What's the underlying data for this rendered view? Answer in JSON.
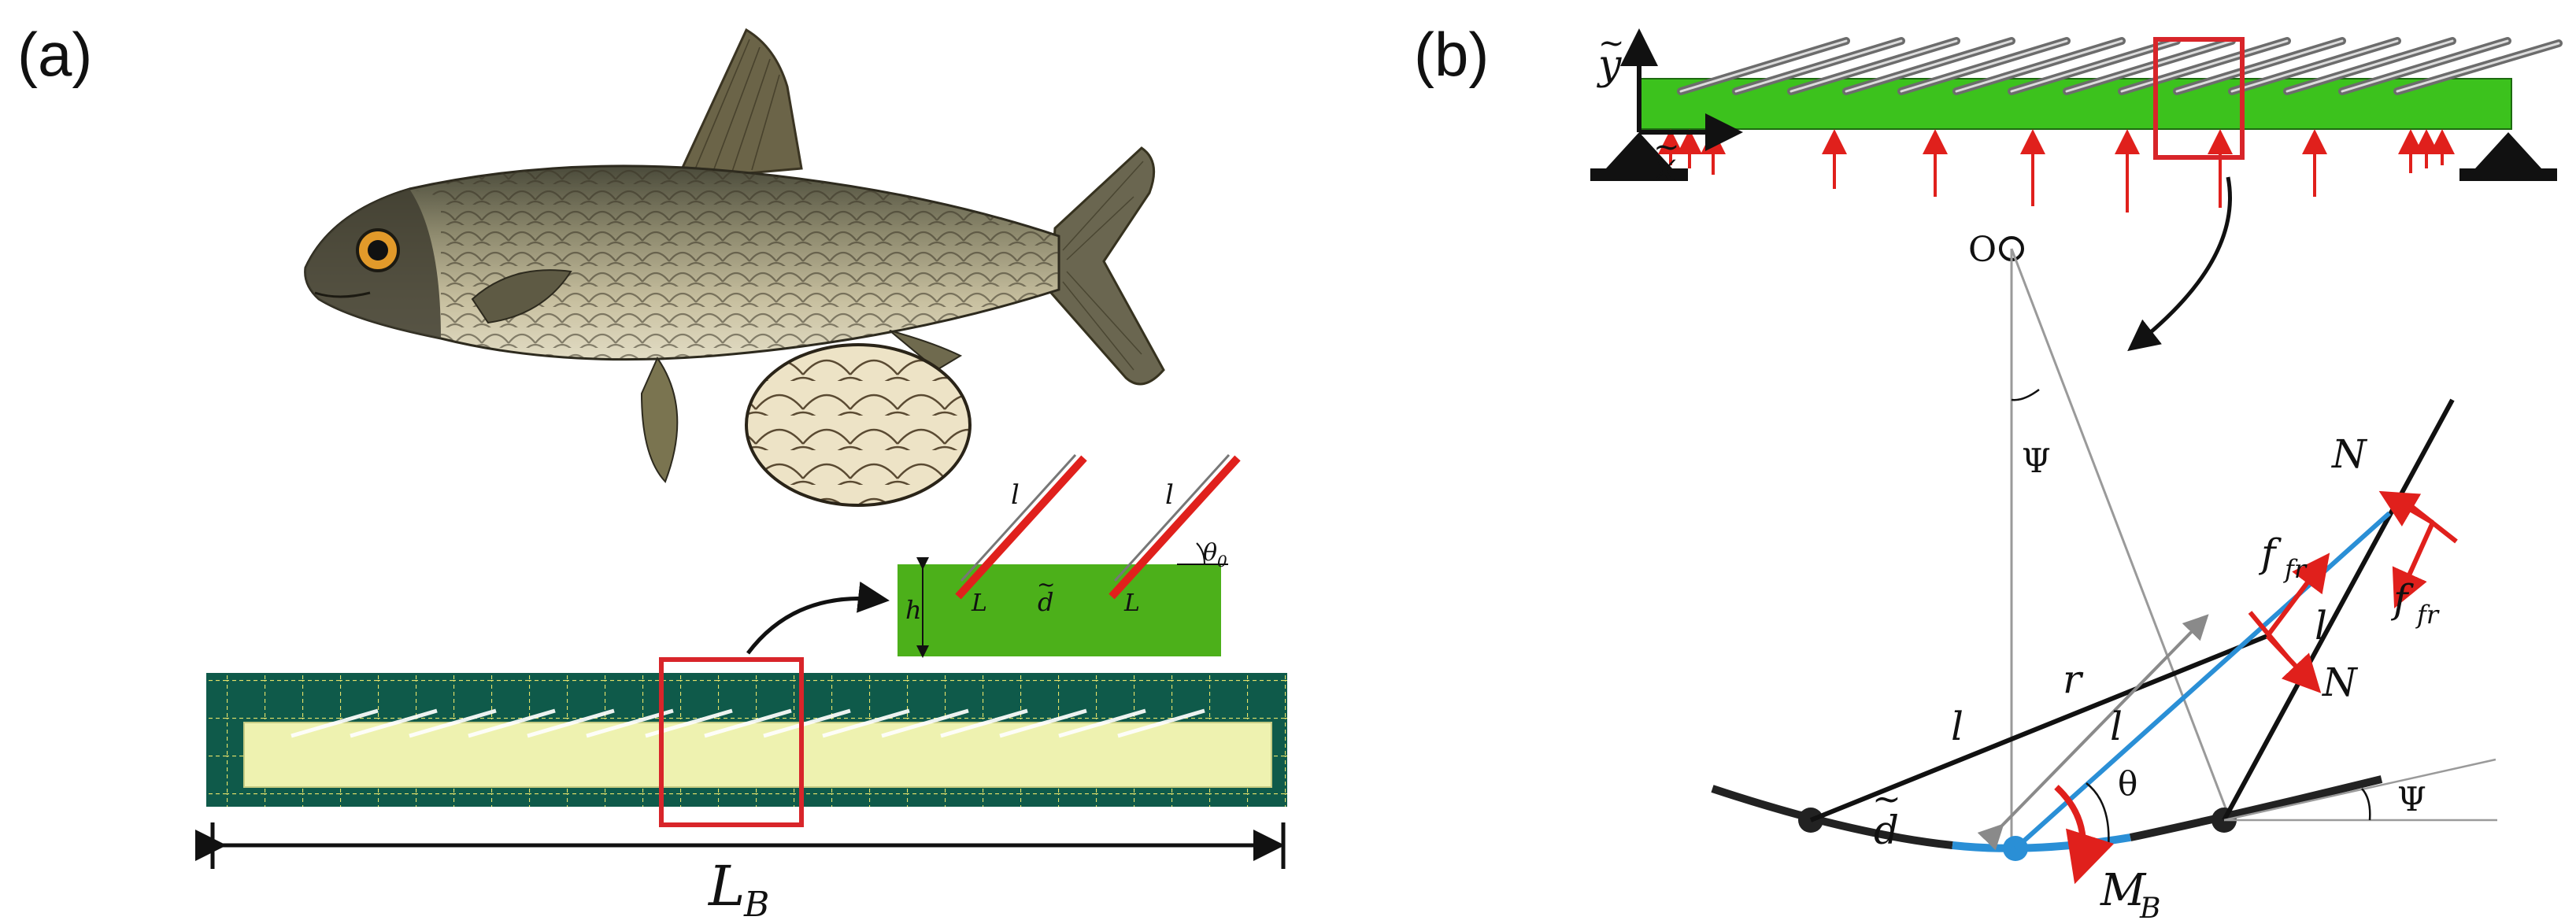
{
  "panels": {
    "a": {
      "label": "(a)",
      "zoom_labels": {
        "scale_length": "l",
        "scale_length_2": "l",
        "angle": "θ",
        "angle_sub": "0",
        "thickness": "h",
        "spacing": "d",
        "spacing_tilde": "~",
        "embedded_length": "L",
        "embedded_length_2": "L"
      },
      "beam_length_label": "L",
      "beam_length_sub": "B"
    },
    "b": {
      "label": "(b)",
      "axes": {
        "y_label": "y",
        "x_label": "x",
        "tilde": "~"
      },
      "origin_label": "O",
      "geometry_labels": {
        "psi_top": "Ψ",
        "psi_right": "Ψ",
        "theta": "θ",
        "radius": "r",
        "scale_length_black": "l",
        "scale_length_blue": "l",
        "scale_length_contact": "l",
        "spacing": "d",
        "spacing_tilde": "~",
        "normal_top": "N",
        "normal_bottom": "N",
        "friction_left": "f",
        "friction_left_sub": "fr",
        "friction_right": "f",
        "friction_right_sub": "fr",
        "moment": "M",
        "moment_sub": "B"
      }
    }
  },
  "colors": {
    "beam_green": "#3cc21d",
    "zoom_green": "#4cb01a",
    "scale_red": "#e0201c",
    "highlight_box": "#d8252a",
    "blue_arc": "#2a8fd6",
    "specimen_mat": "#0f5a4a",
    "specimen_beam": "#eef2b0"
  },
  "icons": [
    "fish-illustration",
    "scale-pattern-inset",
    "pin-support-left",
    "pin-support-right",
    "curved-arrow"
  ]
}
